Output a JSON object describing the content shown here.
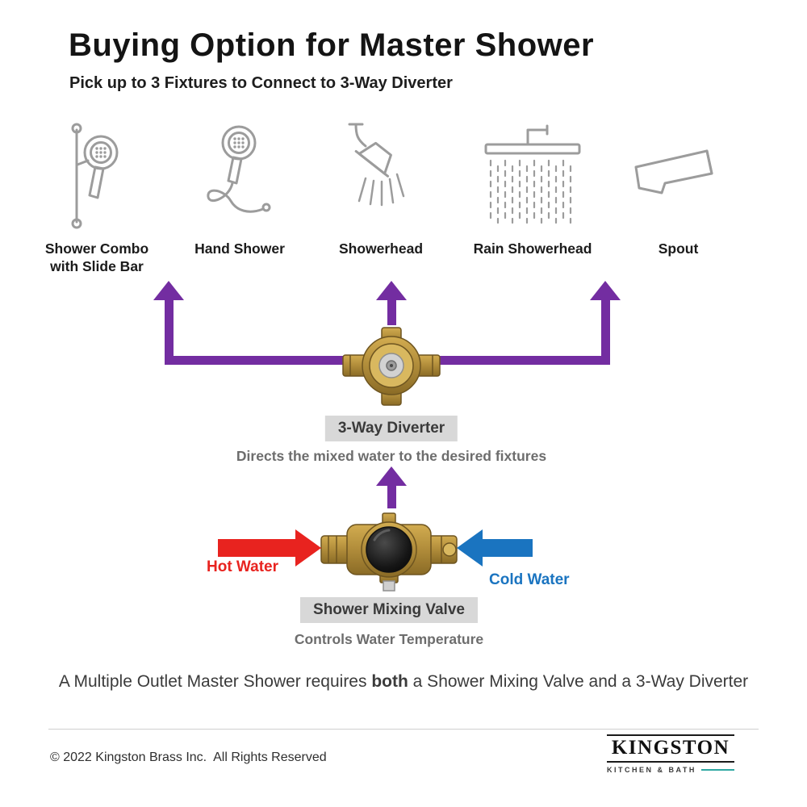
{
  "header": {
    "title": "Buying Option for Master Shower",
    "subtitle": "Pick up to 3 Fixtures to Connect to 3-Way Diverter"
  },
  "fixtures": [
    {
      "label": "Shower Combo with Slide Bar",
      "icon": "shower-combo-slide-bar-icon"
    },
    {
      "label": "Hand Shower",
      "icon": "hand-shower-icon"
    },
    {
      "label": "Showerhead",
      "icon": "showerhead-icon"
    },
    {
      "label": "Rain Showerhead",
      "icon": "rain-showerhead-icon"
    },
    {
      "label": "Spout",
      "icon": "tub-spout-icon"
    }
  ],
  "diverter": {
    "label": "3-Way Diverter",
    "description": "Directs the mixed water to the desired fixtures"
  },
  "mixing_valve": {
    "label": "Shower Mixing Valve",
    "description": "Controls Water Temperature",
    "hot_label": "Hot Water",
    "cold_label": "Cold Water"
  },
  "footnote": {
    "prefix": "A Multiple Outlet Master Shower requires",
    "bold": "both",
    "suffix": "a Shower Mixing Valve and a 3-Way Diverter"
  },
  "footer": {
    "copyright": "© 2022 Kingston Brass Inc.  All Rights Reserved",
    "brand": "KINGSTON",
    "brand_sub": "KITCHEN & BATH"
  },
  "colors": {
    "purple": "#732da1",
    "red": "#e8231f",
    "blue": "#1a74c0",
    "icon-gray": "#9c9c9c",
    "label-bg": "#d8d8d8",
    "teal": "#2fa8a3"
  }
}
